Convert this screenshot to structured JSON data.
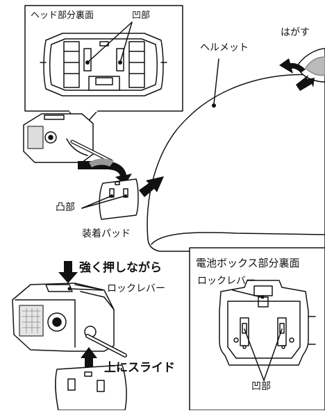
{
  "labels": {
    "head_back": "ヘッド部分裏面",
    "head_recess": "凹部",
    "peel": "はがす",
    "helmet": "ヘルメット",
    "convex": "凸部",
    "mount_pad": "装着パッド",
    "press_firmly": "強く押しながら",
    "lock_lever": "ロックレバー",
    "slide_up": "上にスライド",
    "battery_back": "電池ボックス部分裏面",
    "battery_lock_lever": "ロックレバー",
    "battery_recess": "凹部"
  }
}
